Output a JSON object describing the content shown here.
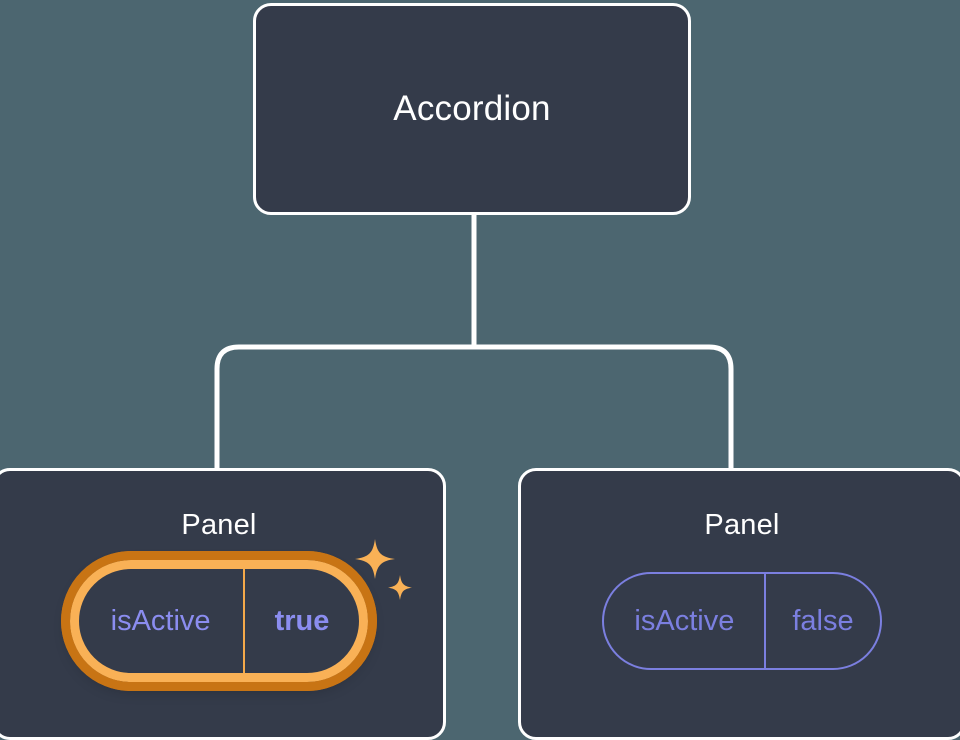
{
  "canvas": {
    "background_color": "#4c6670",
    "node_fill_color": "#343b4a",
    "node_border_color": "#ffffff",
    "connector_color": "#ffffff",
    "prop_accent_color": "#7b7fe0",
    "highlight_inner_color": "#f9b156",
    "highlight_outer_color": "#c87414",
    "highlight_text_color": "#8b8df0"
  },
  "tree": {
    "root": {
      "title": "Accordion"
    },
    "children": [
      {
        "title": "Panel",
        "highlighted": true,
        "prop": {
          "name": "isActive",
          "value": "true"
        },
        "sparkle_icon": "sparkles-icon"
      },
      {
        "title": "Panel",
        "highlighted": false,
        "prop": {
          "name": "isActive",
          "value": "false"
        }
      }
    ]
  }
}
